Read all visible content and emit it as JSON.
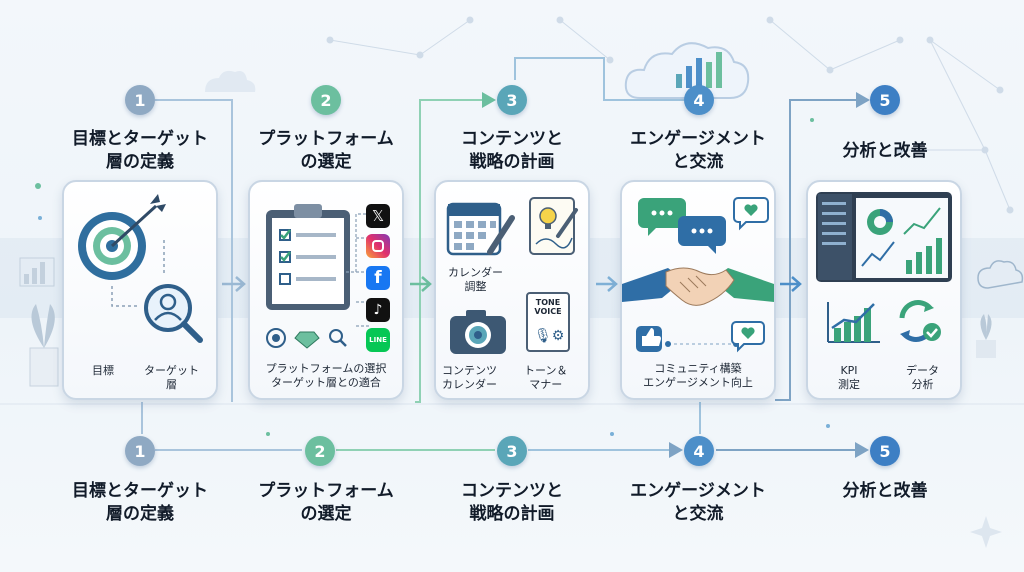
{
  "steps_top": [
    {
      "num": "1",
      "title_l1": "目標とターゲット",
      "title_l2": "層の定義"
    },
    {
      "num": "2",
      "title_l1": "プラットフォーム",
      "title_l2": "の選定"
    },
    {
      "num": "3",
      "title_l1": "コンテンツと",
      "title_l2": "戦略の計画"
    },
    {
      "num": "4",
      "title_l1": "エンゲージメント",
      "title_l2": "と交流"
    },
    {
      "num": "5",
      "title_l1": "分析と改善",
      "title_l2": ""
    }
  ],
  "steps_bottom": [
    {
      "num": "1",
      "title_l1": "目標とターゲット",
      "title_l2": "層の定義"
    },
    {
      "num": "2",
      "title_l1": "プラットフォーム",
      "title_l2": "の選定"
    },
    {
      "num": "3",
      "title_l1": "コンテンツと",
      "title_l2": "戦略の計画"
    },
    {
      "num": "4",
      "title_l1": "エンゲージメント",
      "title_l2": "と交流"
    },
    {
      "num": "5",
      "title_l1": "分析と改善",
      "title_l2": ""
    }
  ],
  "card1": {
    "cap_left": "目標",
    "cap_right_l1": "ターゲット",
    "cap_right_l2": "層"
  },
  "card2": {
    "cap_l1": "プラットフォームの選択",
    "cap_l2": "ターゲット層との適合",
    "social_x": "𝕏",
    "social_f": "f",
    "social_line": "LINE"
  },
  "card3": {
    "cal_l1": "カレンダー",
    "cal_l2": "調整",
    "tone_l1": "TONE",
    "tone_l2": "VOICE",
    "cap_left_l1": "コンテンツ",
    "cap_left_l2": "カレンダー",
    "cap_right_l1": "トーン＆",
    "cap_right_l2": "マナー"
  },
  "card4": {
    "cap_l1": "コミュニティ構築",
    "cap_l2": "エンゲージメント向上"
  },
  "card5": {
    "cap_left_l1": "KPI",
    "cap_left_l2": "測定",
    "cap_right_l1": "データ",
    "cap_right_l2": "分析"
  },
  "colors": {
    "step1": "#8fa9c3",
    "step2": "#6cbf9f",
    "step3": "#5aa6b8",
    "step4": "#4d8fc9",
    "step5": "#3d7fc4",
    "line": "#a9c4dc"
  }
}
